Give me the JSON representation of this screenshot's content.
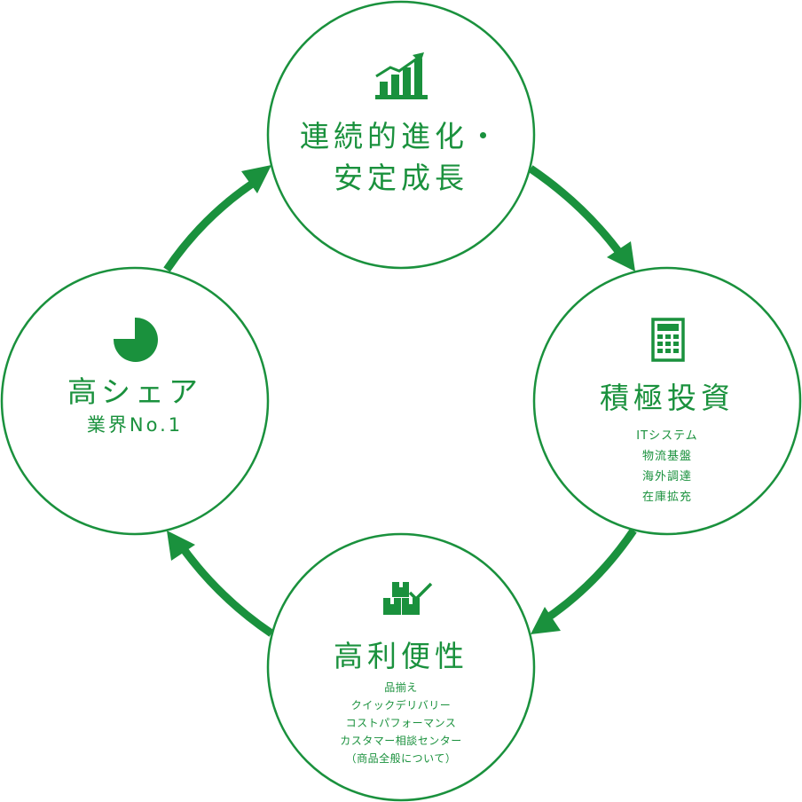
{
  "nodes": {
    "top": {
      "title_lines": [
        "連続的進化・",
        "安定成長"
      ],
      "icon": "rising-bar-chart-icon"
    },
    "right": {
      "title": "積極投資",
      "details": [
        "ITシステム",
        "物流基盤",
        "海外調達",
        "在庫拡充"
      ],
      "icon": "calculator-icon"
    },
    "bottom": {
      "title": "高利便性",
      "details": [
        "品揃え",
        "クイックデリバリー",
        "コストパフォーマンス",
        "カスタマー相談センター",
        "（商品全般について）"
      ],
      "icon": "boxes-check-icon"
    },
    "left": {
      "title": "高シェア",
      "subtitle": "業界No.1",
      "icon": "pie-chart-icon"
    }
  },
  "colors": {
    "accent": "#1a913d",
    "background": "#ffffff"
  }
}
